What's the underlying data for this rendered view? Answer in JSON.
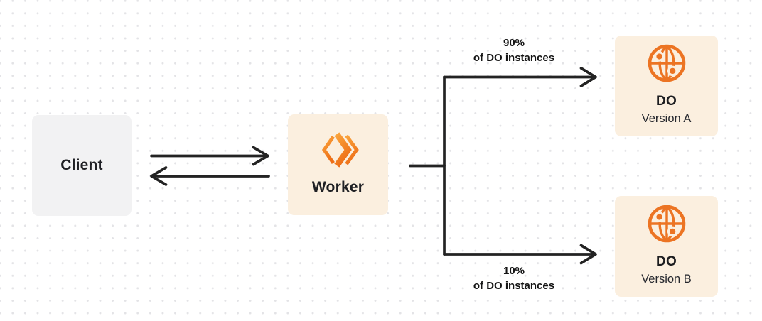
{
  "diagram": {
    "client": {
      "label": "Client"
    },
    "worker": {
      "label": "Worker"
    },
    "do_version_a": {
      "title": "DO",
      "subtitle": "Version A"
    },
    "do_version_b": {
      "title": "DO",
      "subtitle": "Version B"
    },
    "top_branch": {
      "percent": "90%",
      "caption": "of DO instances"
    },
    "bottom_branch": {
      "percent": "10%",
      "caption": "of DO instances"
    },
    "icons": {
      "worker": "cloudflare-workers-icon",
      "durable_object": "globe-icon"
    },
    "colors": {
      "workers_orange": "#F6821F",
      "workers_orange_light": "#FAA43C",
      "workers_orange_deep": "#EE6F17",
      "globe_orange": "#EC7423",
      "node_cream": "#FBEFDF",
      "client_gray": "#F2F2F3",
      "connector_dark": "#232323",
      "dot_gray": "#E3E3E6"
    }
  }
}
